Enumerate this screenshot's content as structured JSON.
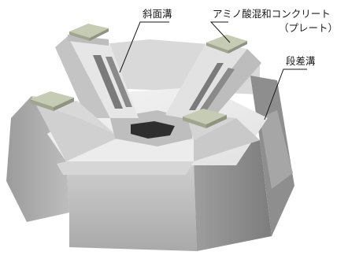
{
  "labels": {
    "slope_groove": "斜面溝",
    "amino_concrete_line1": "アミノ酸混和コンクリート",
    "amino_concrete_line2": "（プレート）",
    "step_groove": "段差溝"
  },
  "colors": {
    "plate_top": "#c6cbb3",
    "plate_side": "#9fa58e",
    "leader_line": "#1a1a1a"
  }
}
